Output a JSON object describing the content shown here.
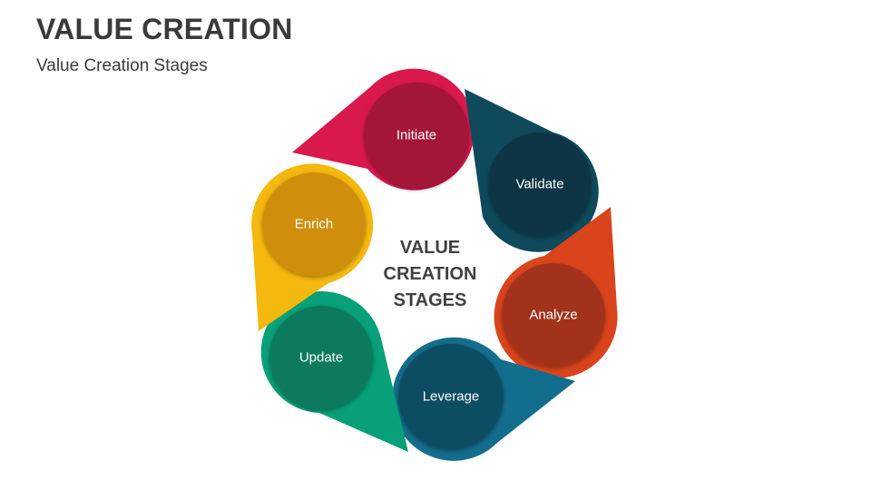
{
  "header": {
    "title": "VALUE CREATION",
    "subtitle": "Value Creation Stages"
  },
  "diagram": {
    "center_lines": [
      "VALUE",
      "CREATION",
      "STAGES"
    ],
    "stages": [
      {
        "label": "Initiate",
        "outer_color": "#d9184b",
        "inner_color": "#a41239"
      },
      {
        "label": "Validate",
        "outer_color": "#0e4a5c",
        "inner_color": "#0b3645"
      },
      {
        "label": "Analyze",
        "outer_color": "#d9441c",
        "inner_color": "#a3321a"
      },
      {
        "label": "Leverage",
        "outer_color": "#136d8c",
        "inner_color": "#0d4d63"
      },
      {
        "label": "Update",
        "outer_color": "#07a078",
        "inner_color": "#077a5d"
      },
      {
        "label": "Enrich",
        "outer_color": "#f5b80e",
        "inner_color": "#cf8f08"
      }
    ]
  }
}
